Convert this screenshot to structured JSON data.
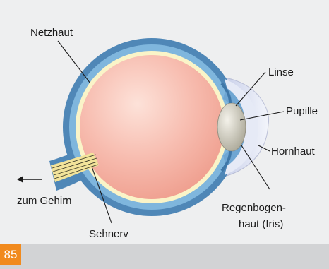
{
  "figure": {
    "labels": {
      "netzhaut": "Netzhaut",
      "linse": "Linse",
      "pupille": "Pupille",
      "hornhaut": "Hornhaut",
      "regenbogenhaut_line1": "Regenbogen-",
      "regenbogenhaut_line2": "haut (Iris)",
      "zum_gehirn": "zum Gehirn",
      "sehnerv": "Sehnerv"
    }
  },
  "page": {
    "number": "85"
  },
  "colors": {
    "background": "#d2d3d5",
    "panel": "#eeeff0",
    "sclera": "#4f87b7",
    "choroid": "#7fb6dd",
    "retina": "#faf4c8",
    "vitreous": "#f3a99b",
    "lens": "#c9c6bb",
    "cornea": "#dfe4f3",
    "nerve": "#f2e39a",
    "badge": "#f18a1d"
  }
}
